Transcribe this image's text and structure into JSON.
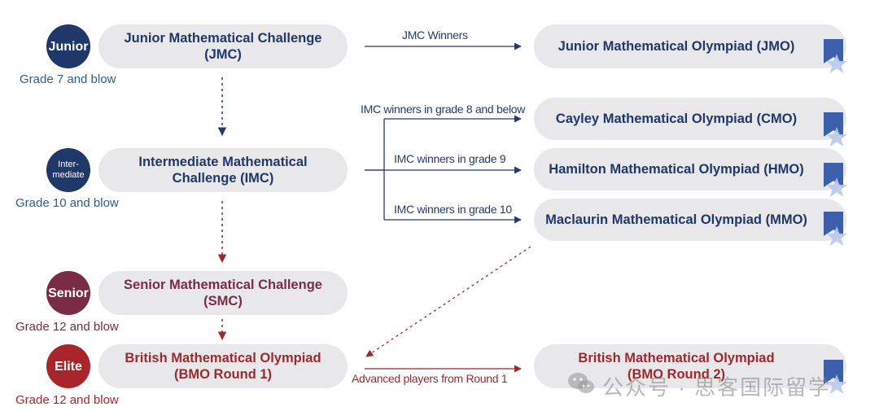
{
  "levels": [
    {
      "badge": "Junior",
      "badge_color": "#1f3769",
      "grade": "Grade 7 and blow",
      "grade_color": "#2b5f88",
      "challenge_line1": "Junior Mathematical Challenge",
      "challenge_line2": "(JMC)"
    },
    {
      "badge_line1": "Inter-",
      "badge_line2": "mediate",
      "badge_color": "#1f3769",
      "grade": "Grade 10 and blow",
      "grade_color": "#2b5f88",
      "challenge_line1": "Intermediate Mathematical",
      "challenge_line2": "Challenge (IMC)"
    },
    {
      "badge": "Senior",
      "badge_color": "#7a2c44",
      "grade": "Grade 12 and blow",
      "grade_color": "#7a2c44",
      "challenge_line1": "Senior Mathematical Challenge",
      "challenge_line2": "(SMC)"
    },
    {
      "badge": "Elite",
      "badge_color": "#a8262b",
      "grade": "Grade 12 and blow",
      "grade_color": "#a8262b",
      "challenge_line1": "British Mathematical Olympiad",
      "challenge_line2": "(BMO Round 1)"
    }
  ],
  "olympiads": {
    "jmo": "Junior Mathematical Olympiad (JMO)",
    "cmo": "Cayley Mathematical Olympiad (CMO)",
    "hmo": "Hamilton Mathematical Olympiad (HMO)",
    "mmo": "Maclaurin Mathematical Olympiad (MMO)",
    "bmo2_line1": "British Mathematical Olympiad",
    "bmo2_line2": "(BMO Round 2)"
  },
  "arrow_labels": {
    "jmc_winners": "JMC Winners",
    "imc_grade8": "IMC winners in grade 8 and below",
    "imc_grade9": "IMC winners in grade 9",
    "imc_grade10": "IMC winners in grade 10",
    "advanced": "Advanced players from Round 1"
  },
  "watermark": "公众号 · 思客国际留学",
  "colors": {
    "navy": "#1f3769",
    "maroon": "#7a2c44",
    "red": "#a8262b",
    "pill": "#e8e8ea",
    "badge_icon": "#3b5fa8",
    "star": "#b8c9ea"
  }
}
